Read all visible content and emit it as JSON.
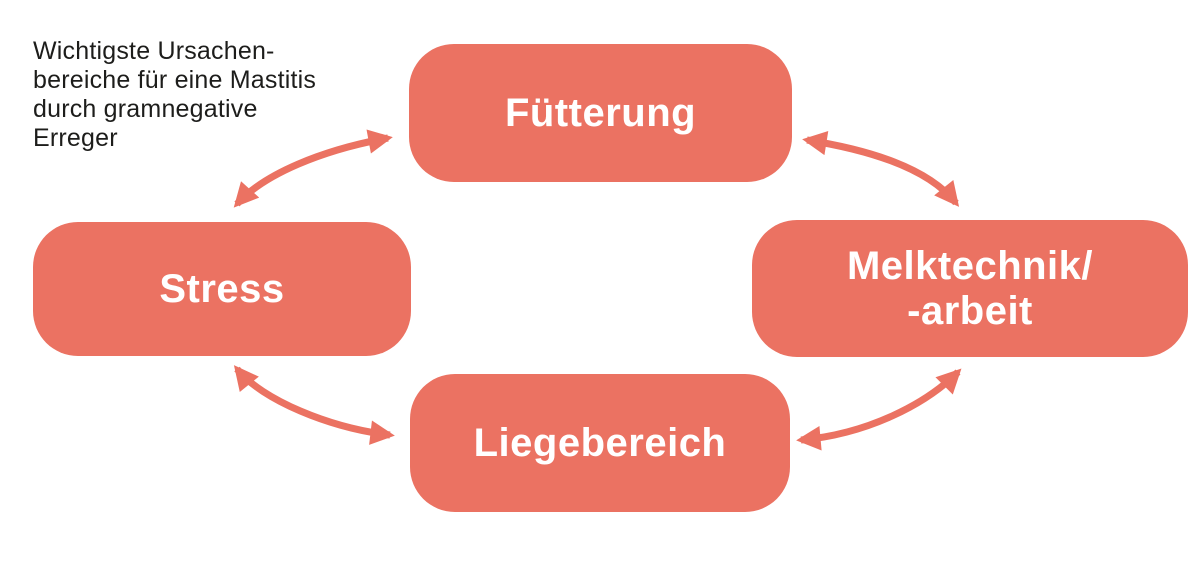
{
  "annotation": {
    "lines": [
      "Wichtigste Ursachen-",
      "bereiche für eine Mastitis",
      "durch gramnegative",
      "Erreger"
    ]
  },
  "diagram": {
    "type": "cycle",
    "nodes": [
      {
        "id": "fuetterung",
        "position": "top",
        "label": "Fütterung"
      },
      {
        "id": "melktechnik",
        "position": "right",
        "label_lines": [
          "Melktechnik/",
          "-arbeit"
        ]
      },
      {
        "id": "liegebereich",
        "position": "bottom",
        "label": "Liegebereich"
      },
      {
        "id": "stress",
        "position": "left",
        "label": "Stress"
      }
    ],
    "connections": [
      {
        "from": "stress",
        "to": "fuetterung",
        "style": "curved-double-arrow"
      },
      {
        "from": "fuetterung",
        "to": "melktechnik",
        "style": "curved-double-arrow"
      },
      {
        "from": "stress",
        "to": "liegebereich",
        "style": "curved-double-arrow"
      },
      {
        "from": "liegebereich",
        "to": "melktechnik",
        "style": "curved-double-arrow"
      }
    ]
  },
  "colors": {
    "node_fill": "#EB7262",
    "arrow": "#EB7262",
    "node_text": "#FFFFFF",
    "annotation_text": "#1D1D1B",
    "background": "#FFFFFF"
  }
}
